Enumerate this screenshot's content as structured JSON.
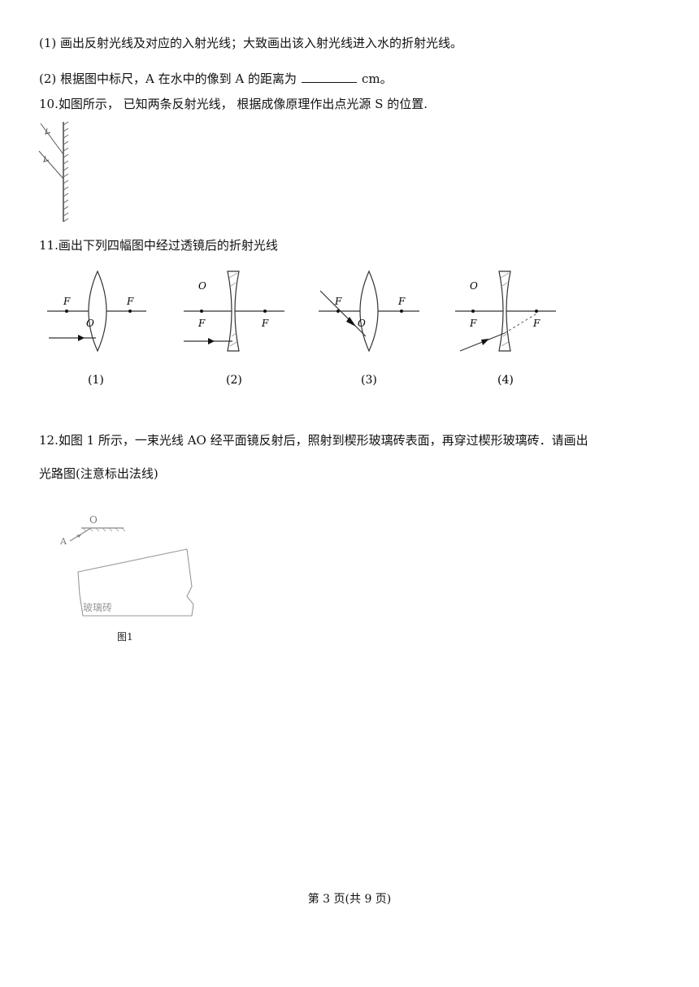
{
  "q9": {
    "part1": "(1) 画出反射光线及对应的入射光线；大致画出该入射光线进入水的折射光线。",
    "part2_prefix": "(2) 根据图中标尺，A 在水中的像到 A 的距离为",
    "part2_suffix": "cm。"
  },
  "q10": {
    "text": "10.如图所示， 已知两条反射光线， 根据成像原理作出点光源 S 的位置."
  },
  "q11": {
    "text": "11.画出下列四幅图中经过透镜后的折射光线",
    "label_F": "F",
    "label_O": "O",
    "captions": [
      "(1)",
      "(2)",
      "(3)",
      "(4)"
    ]
  },
  "q12": {
    "text_line1": "12.如图 1 所示，一束光线 AO 经平面镜反射后，照射到楔形玻璃砖表面，再穿过楔形玻璃砖．请画出",
    "text_line2": "光路图(注意标出法线)",
    "label_O": "O",
    "label_A": "A",
    "glass_label": "玻璃砖",
    "figure_caption": "图1"
  },
  "footer": {
    "page": "第 3 页(共 9 页)"
  }
}
